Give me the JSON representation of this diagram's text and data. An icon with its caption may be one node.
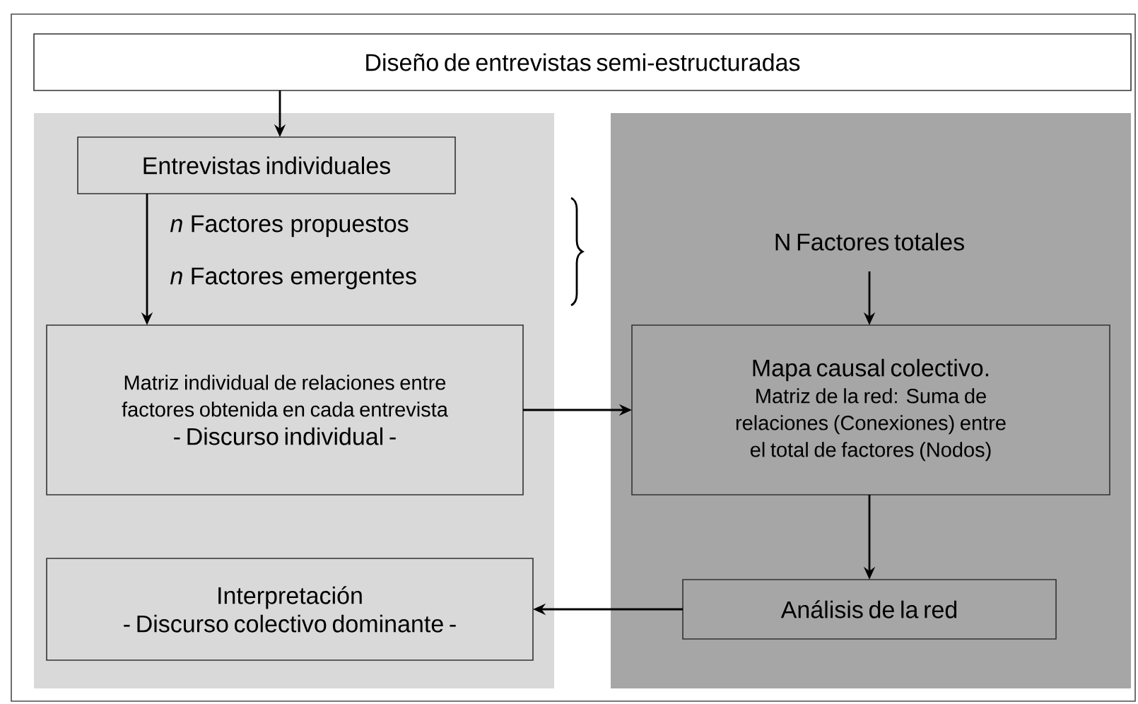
{
  "diagram": {
    "nodes": [
      {
        "text": [
          "Diseño de entrevistas semi-estructuradas"
        ]
      },
      {
        "text": [],
        "shape": "box"
      },
      {
        "text": [
          "Entrevistas individuales"
        ],
        "in": 1
      },
      {
        "text": [],
        "shape": "box"
      },
      {
        "text": [
          "N Factores totales"
        ],
        "in": 3
      },
      {
        "text": [
          "Matriz individual de relaciones entre factores obtenida en cada entrevista",
          "- Discurso individual -"
        ],
        "in": 1
      },
      {
        "text": [
          "Mapa causal colectivo.",
          "Matriz de la red:  Suma de relaciones (Conexiones) entre el total de factores (Nodos)"
        ],
        "in": 3
      },
      {
        "text": [
          "Interpretación",
          "- Discurso colectivo dominante -"
        ],
        "in": 1
      },
      {
        "text": [
          "Análisis de la red"
        ],
        "in": 3
      }
    ],
    "edges": [
      {
        "from": 0,
        "to": 2,
        "arrow": "to"
      },
      {
        "from": 2,
        "to": 5,
        "arrow": "to"
      },
      {
        "from": 4,
        "to": 6,
        "arrow": "to"
      },
      {
        "from": 5,
        "to": 6,
        "arrow": "to"
      },
      {
        "from": 6,
        "to": 8,
        "arrow": "to"
      },
      {
        "from": 8,
        "to": 7,
        "arrow": "to"
      }
    ],
    "labels": [
      "*n* Factores propuestos",
      "*n* Factores emergentes"
    ]
  }
}
